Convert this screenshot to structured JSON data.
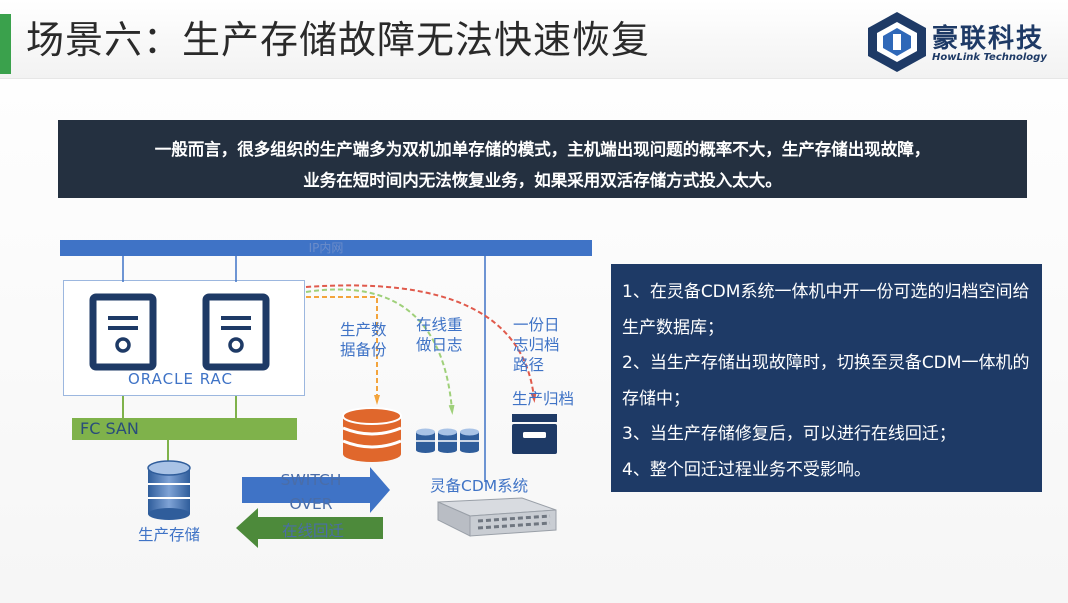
{
  "header": {
    "title": "场景六：生产存储故障无法快速恢复",
    "brand_cn": "豪联科技",
    "brand_en": "HowLink Technology"
  },
  "summary": {
    "line1": "一般而言，很多组织的生产端多为双机加单存储的模式，主机端出现问题的概率不大，生产存储出现故障，",
    "line2": "业务在短时间内无法恢复业务，如果采用双活存储方式投入太大。"
  },
  "diagram": {
    "ip_network": "IP内网",
    "oracle_rac": "ORACLE RAC",
    "fc_san": "FC SAN",
    "production_storage": "生产存储",
    "cdm_system": "灵备CDM系统",
    "data_backup": "生产数据备份",
    "online_redo": "在线重做日志",
    "archive_path": "一份日志归档路径",
    "production_archive": "生产归档",
    "switch_over": "SWITCH OVER",
    "online_migrate_back": "在线回迁"
  },
  "notes": [
    "1、在灵备CDM系统一体机中开一份可选的归档空间给生产数据库；",
    "2、当生产存储出现故障时，切换至灵备CDM一体机的存储中；",
    "3、当生产存储修复后，可以进行在线回迁；",
    "4、整个回迁过程业务不受影响。"
  ],
  "colors": {
    "accent_green": "#3aa14c",
    "brand_navy": "#1e3a66",
    "summary_bg": "#243040",
    "network_blue": "#3f73c6",
    "san_green": "#7fb24b",
    "db_orange": "#e0672c",
    "backup_arrow": "#f3a43c",
    "redo_arrow": "#9fd07a",
    "archive_arrow": "#e05a4c"
  }
}
